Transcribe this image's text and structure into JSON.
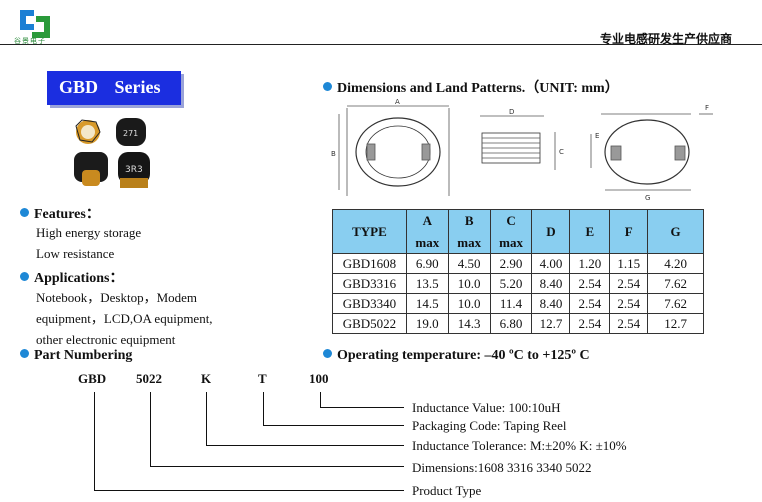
{
  "header": {
    "logo_text": "谷景电子",
    "title": "专业电感研发生产供应商"
  },
  "series": {
    "prefix": "GBD",
    "suffix": "Series"
  },
  "product_photos": {
    "part_labels": [
      "271",
      "3R3"
    ]
  },
  "features": {
    "heading": "Features：",
    "items": [
      "High energy storage",
      "Low resistance"
    ]
  },
  "applications": {
    "heading": "Applications：",
    "lines": [
      "Notebook，Desktop，Modem",
      "equipment，LCD,OA equipment,",
      "other electronic equipment"
    ]
  },
  "dimensions": {
    "heading": "Dimensions and Land Patterns.（UNIT: mm）",
    "labels": [
      "A",
      "B",
      "D",
      "C",
      "E",
      "F",
      "G"
    ]
  },
  "spec_table": {
    "headers": {
      "type": "TYPE",
      "a": "A",
      "a_sub": "max",
      "b": "B",
      "b_sub": "max",
      "c": "C",
      "c_sub": "max",
      "d": "D",
      "e": "E",
      "f": "F",
      "g": "G"
    },
    "rows": [
      [
        "GBD1608",
        "6.90",
        "4.50",
        "2.90",
        "4.00",
        "1.20",
        "1.15",
        "4.20"
      ],
      [
        "GBD3316",
        "13.5",
        "10.0",
        "5.20",
        "8.40",
        "2.54",
        "2.54",
        "7.62"
      ],
      [
        "GBD3340",
        "14.5",
        "10.0",
        "11.4",
        "8.40",
        "2.54",
        "2.54",
        "7.62"
      ],
      [
        "GBD5022",
        "19.0",
        "14.3",
        "6.80",
        "12.7",
        "2.54",
        "2.54",
        "12.7"
      ]
    ]
  },
  "operating_temp": "Operating temperature: –40 ºC to +125º C",
  "part_numbering": {
    "heading": "Part Numbering",
    "codes": [
      "GBD",
      "5022",
      "K",
      "T",
      "100"
    ],
    "descriptions": [
      "Inductance Value:   100:10uH",
      "Packaging Code: Taping Reel",
      "Inductance Tolerance: M:±20%  K:  ±10%",
      "Dimensions:1608 3316 3340 5022",
      "Product Type"
    ]
  }
}
